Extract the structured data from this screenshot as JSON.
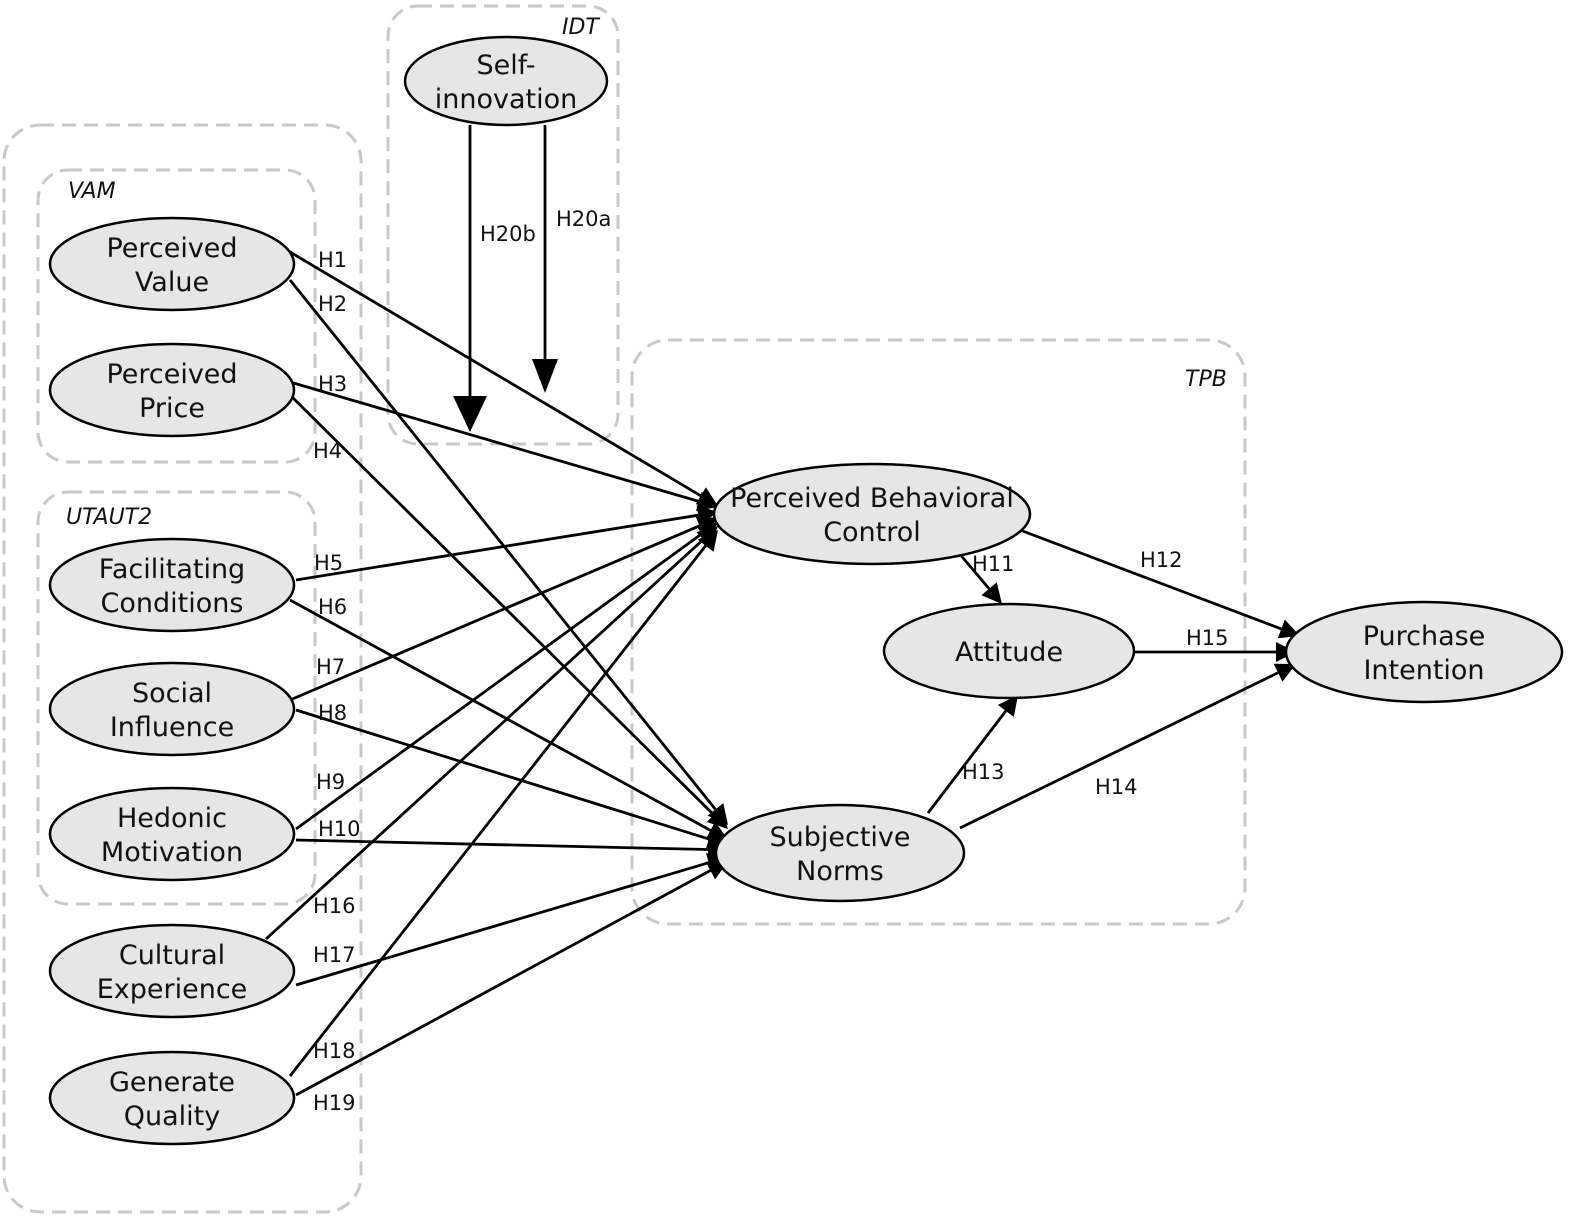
{
  "groups": [
    {
      "id": "outer",
      "label": ""
    },
    {
      "id": "vam",
      "label": "VAM"
    },
    {
      "id": "utaut2",
      "label": "UTAUT2"
    },
    {
      "id": "idt",
      "label": "IDT"
    },
    {
      "id": "tpb",
      "label": "TPB"
    }
  ],
  "nodes": [
    {
      "id": "self_innovation",
      "lines": [
        "Self-",
        "innovation"
      ]
    },
    {
      "id": "perceived_value",
      "lines": [
        "Perceived",
        "Value"
      ]
    },
    {
      "id": "perceived_price",
      "lines": [
        "Perceived",
        "Price"
      ]
    },
    {
      "id": "facilitating_conditions",
      "lines": [
        "Facilitating",
        "Conditions"
      ]
    },
    {
      "id": "social_influence",
      "lines": [
        "Social",
        "Influence"
      ]
    },
    {
      "id": "hedonic_motivation",
      "lines": [
        "Hedonic",
        "Motivation"
      ]
    },
    {
      "id": "cultural_experience",
      "lines": [
        "Cultural",
        "Experience"
      ]
    },
    {
      "id": "generate_quality",
      "lines": [
        "Generate",
        "Quality"
      ]
    },
    {
      "id": "perceived_behavioral_control",
      "lines": [
        "Perceived Behavioral",
        "Control"
      ]
    },
    {
      "id": "attitude",
      "lines": [
        "Attitude"
      ]
    },
    {
      "id": "subjective_norms",
      "lines": [
        "Subjective",
        "Norms"
      ]
    },
    {
      "id": "purchase_intention",
      "lines": [
        "Purchase",
        "Intention"
      ]
    }
  ],
  "edges": [
    {
      "label": "H1",
      "from": "perceived_value",
      "to": "perceived_behavioral_control"
    },
    {
      "label": "H2",
      "from": "perceived_value",
      "to": "subjective_norms"
    },
    {
      "label": "H3",
      "from": "perceived_price",
      "to": "perceived_behavioral_control"
    },
    {
      "label": "H4",
      "from": "perceived_price",
      "to": "subjective_norms"
    },
    {
      "label": "H5",
      "from": "facilitating_conditions",
      "to": "perceived_behavioral_control"
    },
    {
      "label": "H6",
      "from": "facilitating_conditions",
      "to": "subjective_norms"
    },
    {
      "label": "H7",
      "from": "social_influence",
      "to": "perceived_behavioral_control"
    },
    {
      "label": "H8",
      "from": "social_influence",
      "to": "subjective_norms"
    },
    {
      "label": "H9",
      "from": "hedonic_motivation",
      "to": "perceived_behavioral_control"
    },
    {
      "label": "H10",
      "from": "hedonic_motivation",
      "to": "subjective_norms"
    },
    {
      "label": "H11",
      "from": "perceived_behavioral_control",
      "to": "attitude"
    },
    {
      "label": "H12",
      "from": "perceived_behavioral_control",
      "to": "purchase_intention"
    },
    {
      "label": "H13",
      "from": "subjective_norms",
      "to": "attitude"
    },
    {
      "label": "H14",
      "from": "subjective_norms",
      "to": "purchase_intention"
    },
    {
      "label": "H15",
      "from": "attitude",
      "to": "purchase_intention"
    },
    {
      "label": "H16",
      "from": "cultural_experience",
      "to": "perceived_behavioral_control"
    },
    {
      "label": "H17",
      "from": "cultural_experience",
      "to": "subjective_norms"
    },
    {
      "label": "H18",
      "from": "generate_quality",
      "to": "perceived_behavioral_control"
    },
    {
      "label": "H19",
      "from": "generate_quality",
      "to": "subjective_norms"
    },
    {
      "label": "H20a",
      "from": "self_innovation",
      "to": "H1"
    },
    {
      "label": "H20b",
      "from": "self_innovation",
      "to": "H3"
    }
  ]
}
